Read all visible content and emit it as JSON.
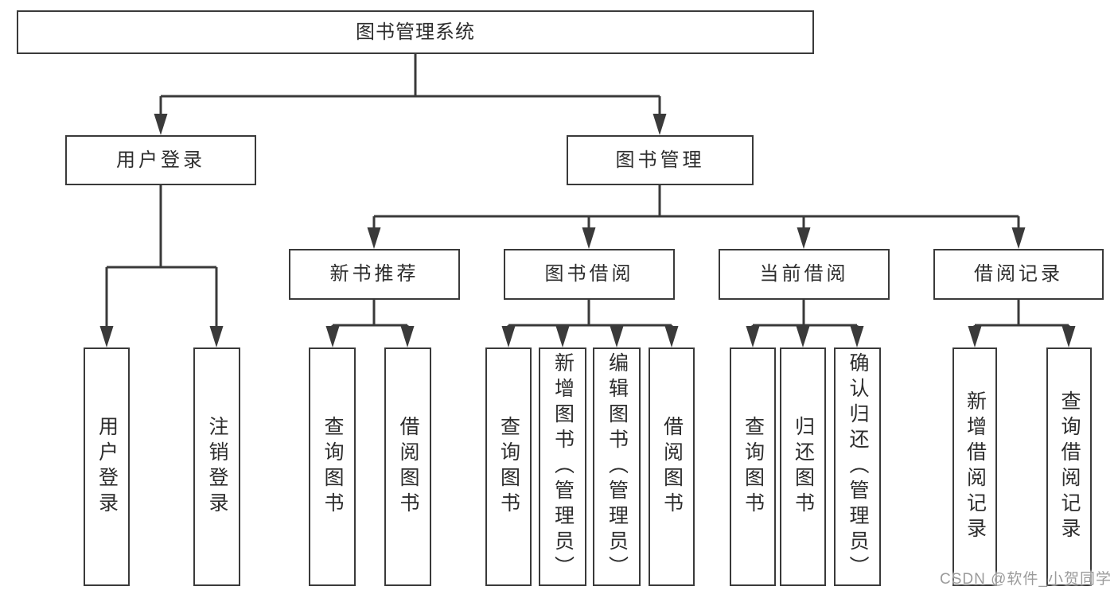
{
  "colors": {
    "line": "#3a3a3a",
    "text": "#2d2d2d",
    "watermark_text": "#9b9b9b",
    "background": "#ffffff"
  },
  "watermark": "CSDN @软件_小贺同学",
  "tree": {
    "label": "图书管理系统",
    "children": [
      {
        "label": "用户登录",
        "children": [
          {
            "label": "用户登录"
          },
          {
            "label": "注销登录"
          }
        ]
      },
      {
        "label": "图书管理",
        "children": [
          {
            "label": "新书推荐",
            "children": [
              {
                "label": "查询图书"
              },
              {
                "label": "借阅图书"
              }
            ]
          },
          {
            "label": "图书借阅",
            "children": [
              {
                "label": "查询图书"
              },
              {
                "label": "新增图书（管理员）"
              },
              {
                "label": "编辑图书（管理员）"
              },
              {
                "label": "借阅图书"
              }
            ]
          },
          {
            "label": "当前借阅",
            "children": [
              {
                "label": "查询图书"
              },
              {
                "label": "归还图书"
              },
              {
                "label": "确认归还（管理员）"
              }
            ]
          },
          {
            "label": "借阅记录",
            "children": [
              {
                "label": "新增借阅记录"
              },
              {
                "label": "查询借阅记录"
              }
            ]
          }
        ]
      }
    ]
  }
}
